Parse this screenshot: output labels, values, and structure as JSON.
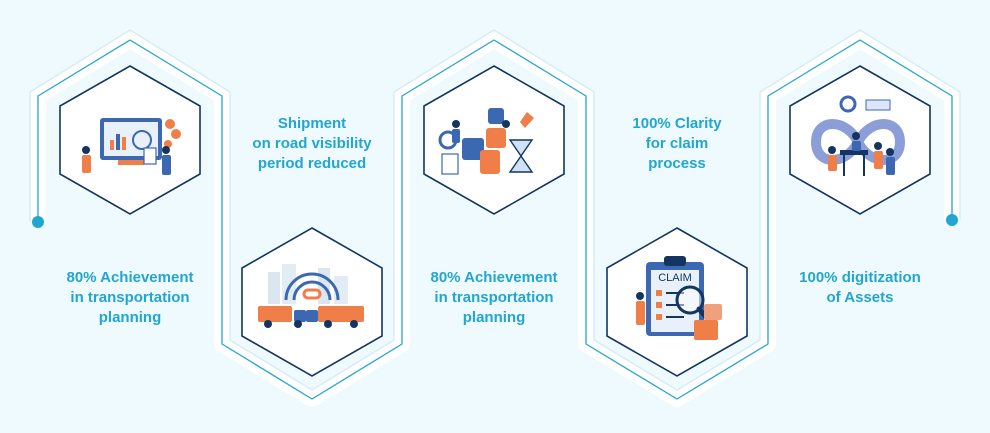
{
  "colors": {
    "background": "#eefafe",
    "hex_border": "#13355f",
    "track": "#ffffff",
    "accent": "#22a6cf",
    "illustration_orange": "#ef7e49",
    "illustration_blue": "#3c68b1"
  },
  "steps": [
    {
      "icon": "transportation-planning-illustration",
      "caption": "80% Achievement\nin transportation\nplanning"
    },
    {
      "icon": "truck-connectivity-illustration",
      "caption": "Shipment\non road visibility\nperiod reduced"
    },
    {
      "icon": "puzzle-hourglass-illustration",
      "caption": "80% Achievement\nin transportation\nplanning"
    },
    {
      "icon": "claim-clipboard-illustration",
      "caption": "100% Clarity\nfor claim\nprocess"
    },
    {
      "icon": "digitization-team-illustration",
      "caption": "100% digitization\nof Assets"
    }
  ]
}
